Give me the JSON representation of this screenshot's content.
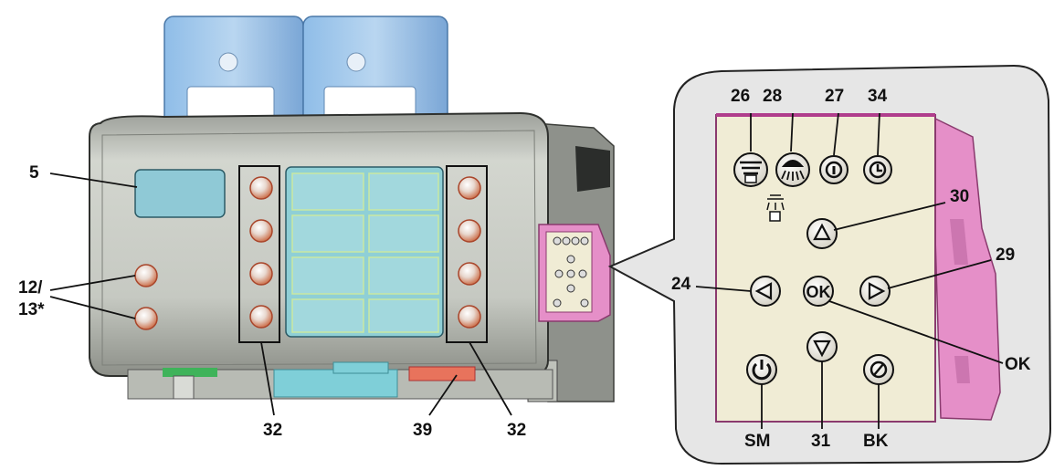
{
  "figure": {
    "machine_labels": {
      "display": "5",
      "keys_12_13": "12/",
      "keys_12_13_b": "13*",
      "side_keys_left": "32",
      "side_keys_right": "32",
      "drip_tray": "39"
    },
    "panel_labels": {
      "k26": "26",
      "k28": "28",
      "k27": "27",
      "k34": "34",
      "k30": "30",
      "k29": "29",
      "k24": "24",
      "ok": "OK",
      "ok_key_text": "OK",
      "sm": "SM",
      "k31": "31",
      "bk": "BK"
    },
    "colors": {
      "machine_body": "#c9ccc6",
      "display_blue": "#8fc9d6",
      "panel_bg": "#f0ecd5",
      "panel_bubble": "#e8e8e8",
      "pink_housing": "#e58fc8",
      "orange_button": "#d9643a",
      "container_blue": "#7fb0e0"
    },
    "icons": [
      "cleaning-icon",
      "rinse-icon",
      "info-icon",
      "clock-icon",
      "up-arrow-icon",
      "left-arrow-icon",
      "right-arrow-icon",
      "down-arrow-icon",
      "power-icon",
      "no-entry-icon"
    ]
  }
}
